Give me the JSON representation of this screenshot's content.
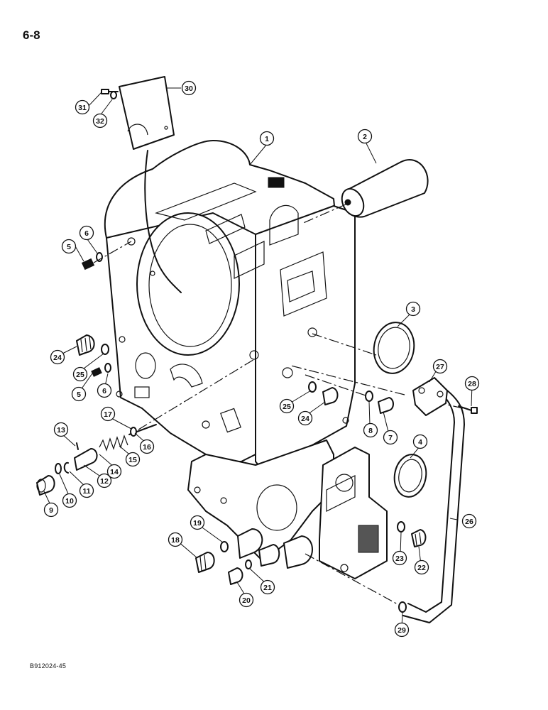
{
  "page": {
    "number": "6-8",
    "doc_code": "B912024-45"
  },
  "parts": [
    {
      "callout": "1"
    },
    {
      "callout": "2"
    },
    {
      "callout": "3"
    },
    {
      "callout": "4"
    },
    {
      "callout": "5"
    },
    {
      "callout": "6"
    },
    {
      "callout": "7"
    },
    {
      "callout": "8"
    },
    {
      "callout": "9"
    },
    {
      "callout": "10"
    },
    {
      "callout": "11"
    },
    {
      "callout": "12"
    },
    {
      "callout": "13"
    },
    {
      "callout": "14"
    },
    {
      "callout": "15"
    },
    {
      "callout": "16"
    },
    {
      "callout": "17"
    },
    {
      "callout": "18"
    },
    {
      "callout": "19"
    },
    {
      "callout": "20"
    },
    {
      "callout": "21"
    },
    {
      "callout": "22"
    },
    {
      "callout": "23"
    },
    {
      "callout": "24"
    },
    {
      "callout": "25"
    },
    {
      "callout": "26"
    },
    {
      "callout": "27"
    },
    {
      "callout": "28"
    },
    {
      "callout": "29"
    },
    {
      "callout": "30"
    },
    {
      "callout": "31"
    },
    {
      "callout": "32"
    },
    {
      "callout": "5"
    },
    {
      "callout": "6"
    },
    {
      "callout": "24"
    },
    {
      "callout": "25"
    }
  ]
}
